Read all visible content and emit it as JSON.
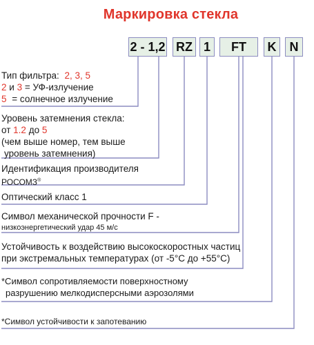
{
  "title": "Маркировка стекла",
  "marking": [
    "2 - 1,2",
    "RZ",
    "1",
    "FT",
    "K",
    "N"
  ],
  "filter": {
    "label": "Тип фильтра:",
    "values": "2, 3, 5",
    "uv_nums": "2",
    "uv_and": "и",
    "uv_num3": "3",
    "uv_text": "= УФ-излучение",
    "sun_num": "5",
    "sun_text": "= солнечное излучение"
  },
  "shade": {
    "line1": "Уровень затемнения стекла:",
    "from_word": "от",
    "from": "1.2",
    "to_word": "до",
    "to": "5",
    "line3": "(чем выше номер, тем выше",
    "line4": "уровень затемнения)"
  },
  "maker": {
    "line1": "Идентификация производителя",
    "line2": "РОСОМЗ",
    "reg": "®"
  },
  "optic": "Оптический класс 1",
  "mech": {
    "line1": "Символ механической прочности F -",
    "line2": "низкоэнергетический удар 45 м/с"
  },
  "temp": {
    "line1": "Устойчивость к воздействию высокоскоростных частиц",
    "line2": "при экстремальных температурах (от -5°С  до +55°С)"
  },
  "surface": {
    "line1": "*Символ сопротивляемости поверхностному",
    "line2": "разрушению мелкодисперсными аэрозолями"
  },
  "fog": "*Символ устойчивости к запотеванию",
  "colors": {
    "accent": "#e0352b",
    "lines": "#8c8cc0",
    "box_fill": "#e6f0e6"
  }
}
